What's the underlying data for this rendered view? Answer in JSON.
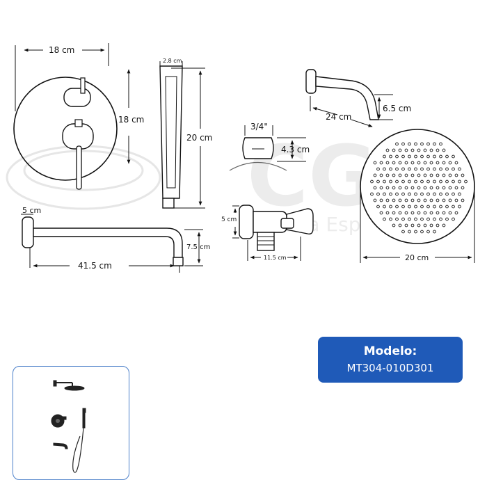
{
  "watermark": {
    "logo_text": "CG",
    "tagline_text": "Grifería Esp"
  },
  "dimensions": {
    "plate_width": "18 cm",
    "plate_height": "18 cm",
    "handshower_width": "2.8 cm",
    "handshower_length": "20 cm",
    "spout_height": "6.5 cm",
    "spout_length": "24 cm",
    "elbow_thread": "3/4\"",
    "elbow_height": "4.3 cm",
    "arm_flange": "5 cm",
    "arm_length": "41.5 cm",
    "arm_drop": "7.5 cm",
    "outlet_height": "5 cm",
    "outlet_length": "11.5 cm",
    "head_diameter": "20 cm"
  },
  "model": {
    "label": "Modelo:",
    "value": "MT304-010D301"
  },
  "colors": {
    "line": "#111111",
    "brand_blue": "#1f5ab8",
    "thumb_border": "#4a7fc9",
    "watermark": "#e6e6e6"
  }
}
